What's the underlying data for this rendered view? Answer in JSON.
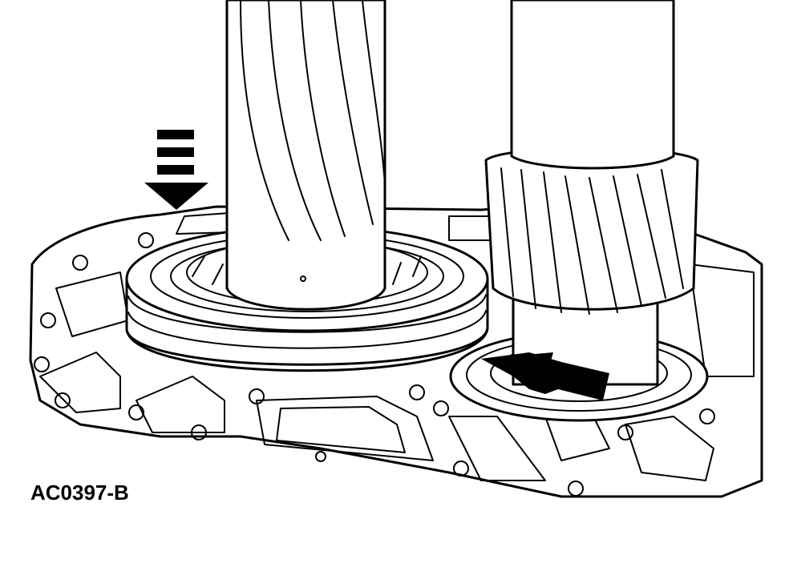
{
  "figure": {
    "id_label": "AC0397-B"
  },
  "colors": {
    "ink": "#000000",
    "paper": "#ffffff"
  },
  "parts": {
    "bearing": "tapered-roller-bearing-illustration",
    "input_shaft": "splined-shaft-illustration",
    "countershaft_gear": "helical-gear-illustration",
    "case_plate": "transmission-case-plate-illustration"
  },
  "arrows": [
    {
      "icon": "down-arrow-icon",
      "meaning": "press-direction"
    },
    {
      "icon": "diagonal-arrow-icon",
      "meaning": "press-direction"
    }
  ]
}
